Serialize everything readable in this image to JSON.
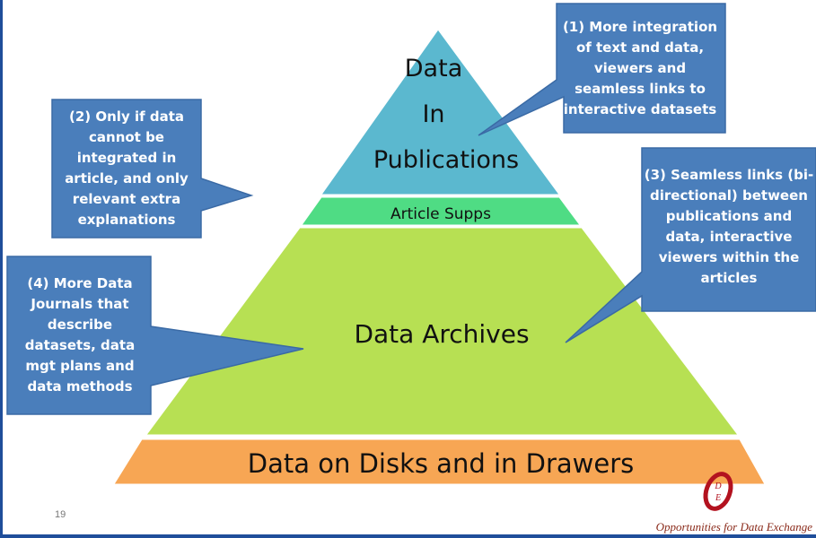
{
  "slide": {
    "page_number": "19",
    "footer": "Opportunities for Data Exchange",
    "logo_letters": "O D E"
  },
  "pyramid": {
    "tiers": [
      {
        "id": "publications",
        "lines": [
          "Data",
          "In",
          "Publications"
        ],
        "color": "#5bb8cf"
      },
      {
        "id": "article-supps",
        "lines": [
          "Article Supps"
        ],
        "color": "#4fdc84"
      },
      {
        "id": "data-archives",
        "lines": [
          "Data Archives"
        ],
        "color": "#b7e053"
      },
      {
        "id": "disks-drawers",
        "lines": [
          "Data on Disks and in Drawers"
        ],
        "color": "#f7a654"
      }
    ]
  },
  "callouts": [
    {
      "id": "callout-1",
      "lines": [
        "(1) More integration",
        "of text and data,",
        "viewers and",
        "seamless links to",
        "interactive datasets"
      ]
    },
    {
      "id": "callout-2",
      "lines": [
        "(2) Only if data",
        "cannot be",
        "integrated in",
        "article, and only",
        "relevant extra",
        "explanations"
      ]
    },
    {
      "id": "callout-3",
      "lines": [
        "(3) Seamless links (bi-",
        "directional) between",
        "publications and",
        "data, interactive",
        "viewers within the",
        "articles"
      ]
    },
    {
      "id": "callout-4",
      "lines": [
        "(4) More Data",
        "Journals that",
        "describe",
        "datasets, data",
        "mgt plans and",
        "data methods"
      ]
    }
  ],
  "colors": {
    "callout_fill": "#4a7ebb",
    "callout_stroke": "#3a6aa5",
    "frame": "#1f4e9a",
    "footer_text": "#8a2a1a"
  }
}
